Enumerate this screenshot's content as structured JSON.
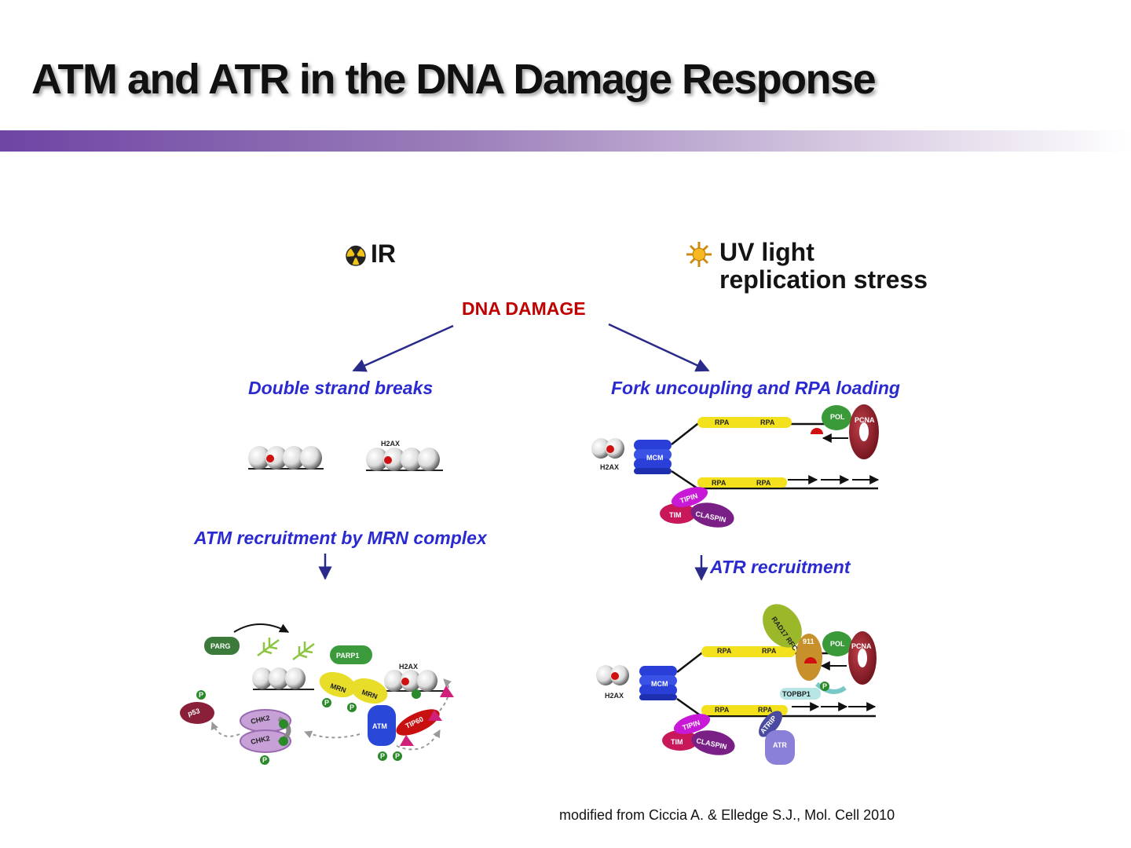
{
  "slide": {
    "title": "ATM and ATR in the DNA Damage Response",
    "caption": "modified from Ciccia A. & Elledge S.J., Mol. Cell 2010"
  },
  "diagram": {
    "source_left": "IR",
    "source_right_line1": "UV light",
    "source_right_line2": "replication stress",
    "damage_label": "DNA DAMAGE",
    "left_branch": "Double strand breaks",
    "right_branch": "Fork uncoupling and RPA loading",
    "left_recruit": "ATM recruitment by MRN complex",
    "right_recruit": "ATR recruitment",
    "labels": {
      "h2ax": "H2AX",
      "rpa": "RPA",
      "mcm": "MCM",
      "pol": "POL",
      "pcna": "PCNA",
      "tipin": "TIPIN",
      "tim": "TIM",
      "claspin": "CLASPIN",
      "parg": "PARG",
      "parp1": "PARP1",
      "mrn": "MRN",
      "atm": "ATM",
      "tip60": "TIP60",
      "p53": "p53",
      "chk2": "CHK2",
      "p": "P",
      "rad17": "RAD17 RFC",
      "n911": "911",
      "topbp1": "TOPBP1",
      "atrip": "ATRIP",
      "atr": "ATR"
    }
  },
  "colors": {
    "title_bar_start": "#6e45a4",
    "arrow": "#2a2a8a",
    "damage_red": "#c00000",
    "branch_blue": "#2a2ad0"
  }
}
